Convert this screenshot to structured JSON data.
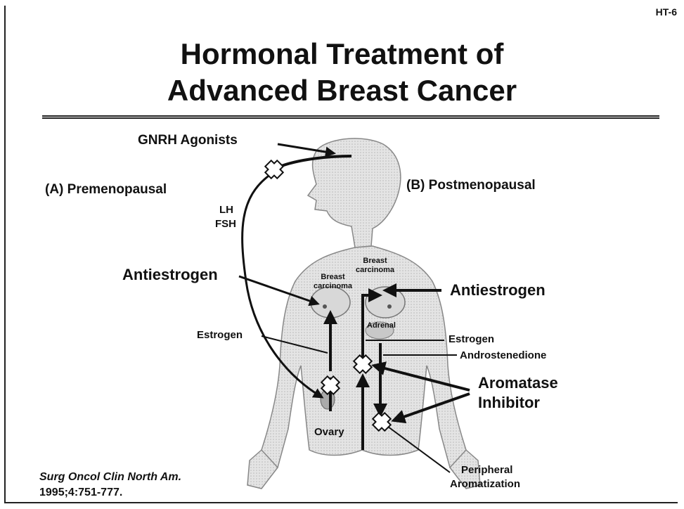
{
  "slide_id": "HT-6",
  "title_line1": "Hormonal Treatment of",
  "title_line2": "Advanced Breast Cancer",
  "labels": {
    "gnrh": "GNRH Agonists",
    "premenopausal": "(A) Premenopausal",
    "postmenopausal": "(B) Postmenopausal",
    "lh": "LH",
    "fsh": "FSH",
    "antiestrogen_left": "Antiestrogen",
    "antiestrogen_right": "Antiestrogen",
    "breast_carcinoma_left_1": "Breast",
    "breast_carcinoma_left_2": "carcinoma",
    "breast_carcinoma_right_1": "Breast",
    "breast_carcinoma_right_2": "carcinoma",
    "adrenal": "Adrenal",
    "estrogen_left": "Estrogen",
    "estrogen_right": "Estrogen",
    "androstenedione": "Androstenedione",
    "aromatase_1": "Aromatase",
    "aromatase_2": "Inhibitor",
    "ovary": "Ovary",
    "peripheral_1": "Peripheral",
    "peripheral_2": "Aromatization"
  },
  "reference": {
    "journal": "Surg Oncol Clin North Am.",
    "citation": "1995;4:751-777."
  }
}
